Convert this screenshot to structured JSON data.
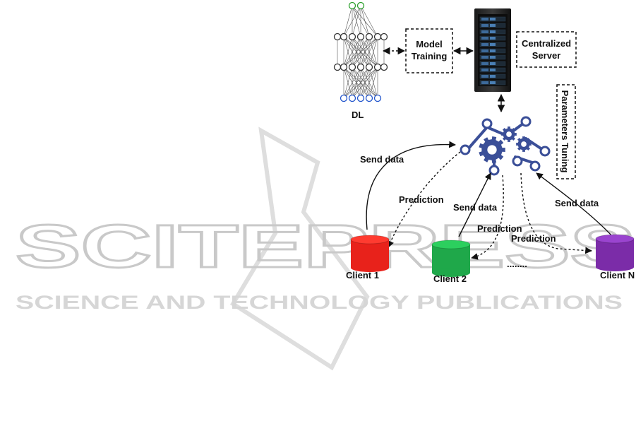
{
  "watermark": {
    "big": "SCITEPRESS",
    "small": "SCIENCE AND TECHNOLOGY PUBLICATIONS"
  },
  "labels": {
    "dl": "DL",
    "model_training": [
      "Model",
      "Training"
    ],
    "centralized_server": [
      "Centralized",
      "Server"
    ],
    "parameters_tuning": "Parameters Tuning",
    "send_data": "Send data",
    "prediction": "Prediction",
    "ellipsis": "........"
  },
  "clients": [
    {
      "name": "Client 1",
      "color": "#e8221b",
      "top": "#ff3b30"
    },
    {
      "name": "Client 2",
      "color": "#1fa84a",
      "top": "#2ccf5e"
    },
    {
      "name": "Client N",
      "color": "#7b2ca8",
      "top": "#9a44cf"
    }
  ],
  "colors": {
    "hub": "#3b4f98",
    "nn_green": "#2ca02c",
    "nn_blue": "#2255cc"
  }
}
